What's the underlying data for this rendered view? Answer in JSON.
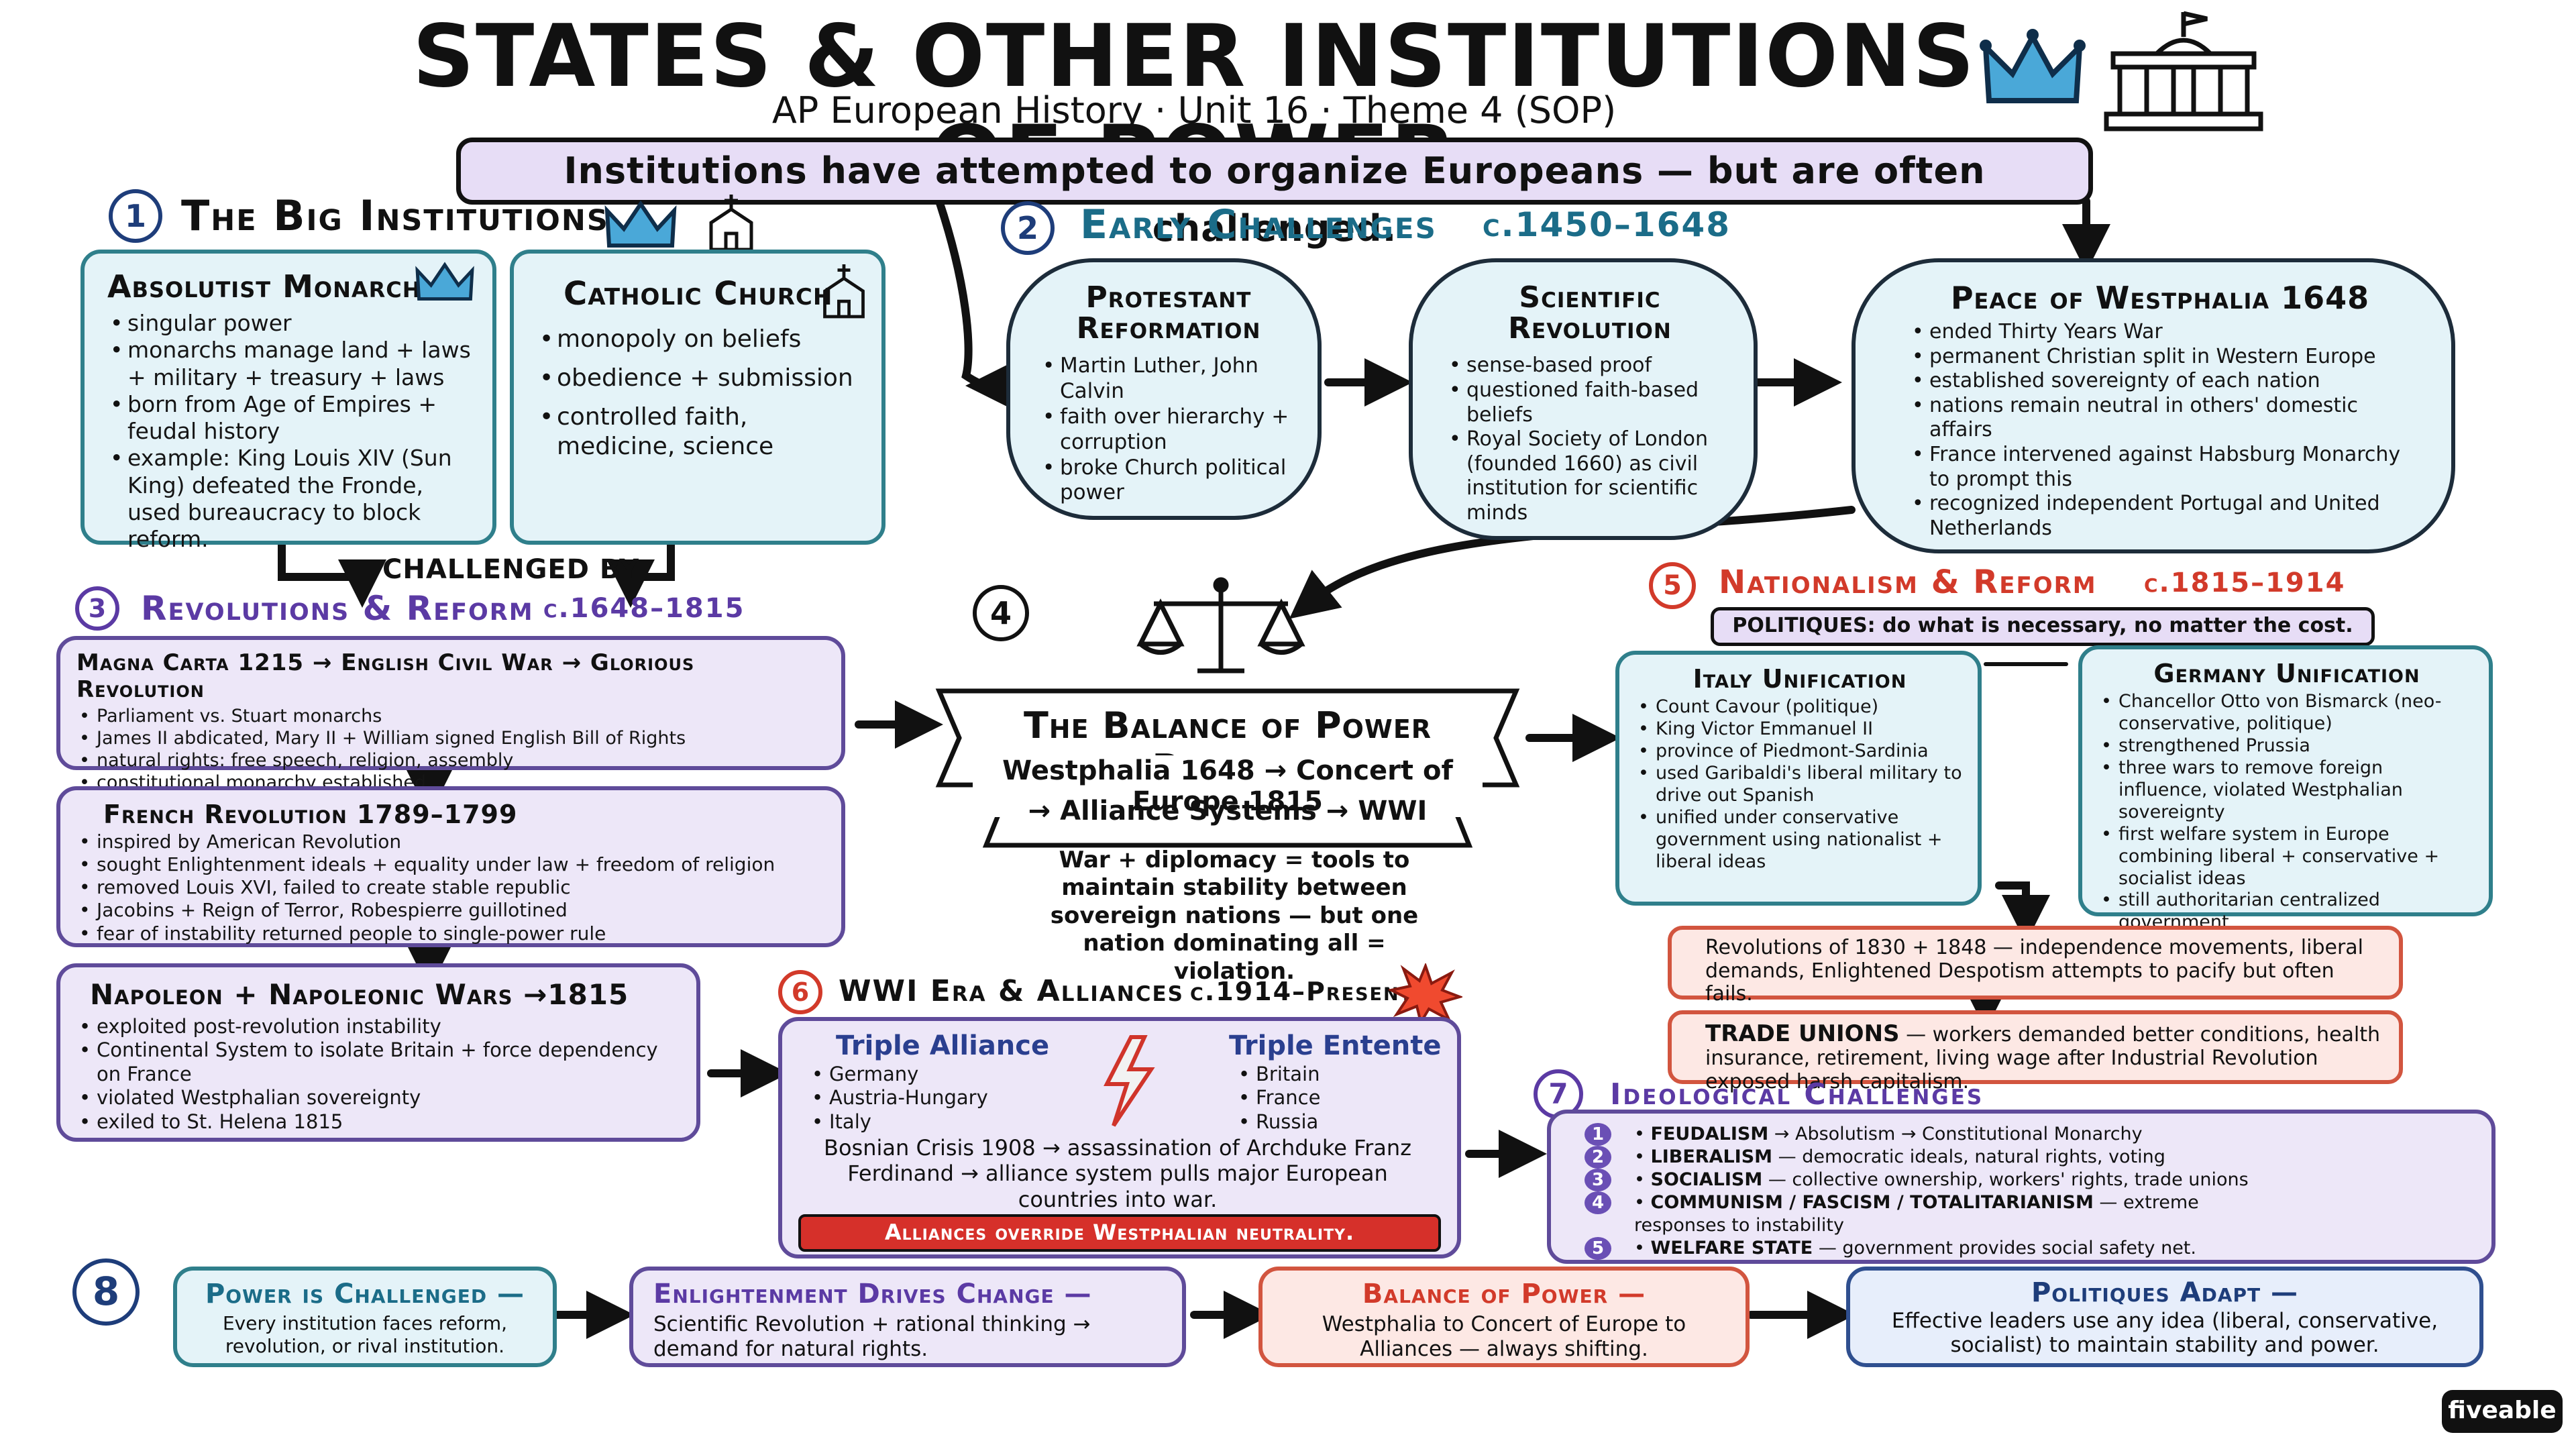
{
  "header": {
    "title": "STATES & OTHER INSTITUTIONS OF POWER",
    "subtitle": "AP European History · Unit 16 · Theme 4 (SOP)",
    "banner": "Institutions have attempted to organize Europeans — but are often challenged."
  },
  "sec1": {
    "num": "1",
    "title": "The Big Institutions",
    "absolutist": {
      "title": "Absolutist Monarchy",
      "items": [
        "singular power",
        "monarchs manage land + laws + military + treasury + laws",
        "born from Age of Empires + feudal history",
        "example: King Louis XIV (Sun King) defeated the Fronde, used bureaucracy to block reform."
      ]
    },
    "church": {
      "title": "Catholic Church",
      "items": [
        "monopoly on beliefs",
        "obedience + submission",
        "controlled faith, medicine, science"
      ]
    },
    "challenged": "CHALLENGED BY"
  },
  "sec2": {
    "num": "2",
    "title": "Early Challenges",
    "date": "c.1450–1648",
    "protestant": {
      "title": "Protestant Reformation",
      "items": [
        "Martin Luther, John Calvin",
        "faith over hierarchy + corruption",
        "broke Church political power"
      ]
    },
    "scientific": {
      "title": "Scientific Revolution",
      "items": [
        "sense-based proof",
        "questioned faith-based beliefs",
        "Royal Society of London (founded 1660) as civil institution for scientific minds"
      ]
    },
    "westphalia": {
      "title": "Peace of Westphalia 1648",
      "items": [
        "ended Thirty Years War",
        "permanent Christian split in Western Europe",
        "established sovereignty of each nation",
        "nations remain neutral in others' domestic affairs",
        "France intervened against Habsburg Monarchy to prompt this",
        "recognized independent Portugal and United Netherlands"
      ]
    }
  },
  "sec3": {
    "num": "3",
    "title": "Revolutions & Reform",
    "date": "c.1648–1815",
    "magna": {
      "title": "Magna Carta 1215 → English Civil War → Glorious Revolution",
      "items": [
        "Parliament vs. Stuart monarchs",
        "James II abdicated, Mary II + William signed English Bill of Rights",
        "natural rights: free speech, religion, assembly",
        "constitutional monarchy established"
      ]
    },
    "french": {
      "title": "French Revolution 1789–1799",
      "items": [
        "inspired by American Revolution",
        "sought Enlightenment ideals + equality under law + freedom of religion",
        "removed Louis XVI, failed to create stable republic",
        "Jacobins + Reign of Terror, Robespierre guillotined",
        "fear of instability returned people to single-power rule"
      ]
    },
    "napoleon": {
      "title": "Napoleon + Napoleonic Wars →1815",
      "items": [
        "exploited post-revolution instability",
        "Continental System to isolate Britain + force dependency on France",
        "violated Westphalian sovereignty",
        "exiled to St. Helena 1815"
      ]
    }
  },
  "sec4": {
    "num": "4",
    "title": "The Balance of Power Problem",
    "ribbon1": "Westphalia 1648 → Concert of Europe 1815",
    "ribbon2": "→ Alliance Systems → WWI",
    "caption": "War + diplomacy = tools to maintain stability between sovereign nations — but one nation dominating all = violation."
  },
  "sec5": {
    "num": "5",
    "title": "Nationalism & Reform",
    "date": "c.1815–1914",
    "politiques": "POLITIQUES: do what is necessary, no matter the cost.",
    "italy": {
      "title": "Italy Unification",
      "items": [
        "Count Cavour (politique)",
        "King Victor Emmanuel II",
        "province of Piedmont-Sardinia",
        "used Garibaldi's liberal military to drive out Spanish",
        "unified under conservative government using nationalist + liberal ideas"
      ]
    },
    "germany": {
      "title": "Germany Unification",
      "items": [
        "Chancellor Otto von Bismarck (neo-conservative, politique)",
        "strengthened Prussia",
        "three wars to remove foreign influence, violated Westphalian sovereignty",
        "first welfare system in Europe combining liberal + conservative + socialist ideas",
        "still authoritarian centralized government"
      ]
    },
    "revolutions": "Revolutions of 1830 + 1848 — independence movements, liberal demands, Enlightened Despotism attempts to pacify but often fails.",
    "unions_title": "TRADE UNIONS",
    "unions": " — workers demanded better conditions, health insurance, retirement, living wage after Industrial Revolution exposed harsh capitalism."
  },
  "sec6": {
    "num": "6",
    "title": "WWI Era & Alliances",
    "date": "c.1914–Present",
    "alliance_title": "Triple Alliance",
    "alliance": [
      "Germany",
      "Austria-Hungary",
      "Italy"
    ],
    "entente_title": "Triple Entente",
    "entente": [
      "Britain",
      "France",
      "Russia"
    ],
    "crisis": "Bosnian Crisis 1908 → assassination of Archduke Franz Ferdinand → alliance system pulls major European countries into war.",
    "override": "Alliances override Westphalian neutrality."
  },
  "sec7": {
    "num": "7",
    "title": "Ideological Challenges",
    "items": [
      {
        "n": "1",
        "label": "FEUDALISM",
        "text": " → Absolutism → Constitutional Monarchy"
      },
      {
        "n": "2",
        "label": "LIBERALISM",
        "text": " — democratic ideals, natural rights, voting"
      },
      {
        "n": "3",
        "label": "SOCIALISM",
        "text": " — collective ownership, workers' rights, trade unions"
      },
      {
        "n": "4",
        "label": "COMMUNISM / FASCISM / TOTALITARIANISM",
        "text": " — extreme responses to instability"
      },
      {
        "n": "5",
        "label": "WELFARE STATE",
        "text": " — government provides social safety net."
      }
    ]
  },
  "sec8": {
    "num": "8",
    "b1": {
      "title": "Power is Challenged —",
      "text": "Every institution faces reform, revolution, or rival institution."
    },
    "b2": {
      "title": "Enlightenment Drives Change —",
      "text": "Scientific Revolution + rational thinking → demand for natural rights."
    },
    "b3": {
      "title": "Balance of Power —",
      "text": "Westphalia to Concert of Europe to Alliances — always shifting."
    },
    "b4": {
      "title": "Politiques Adapt —",
      "text": "Effective leaders use any idea (liberal, conservative, socialist) to maintain stability and power."
    }
  },
  "brand": "fiveable",
  "colors": {
    "teal": "#2f7f8b",
    "purple": "#5f4b9a",
    "red": "#d2553f",
    "blue": "#1e4f8c"
  }
}
